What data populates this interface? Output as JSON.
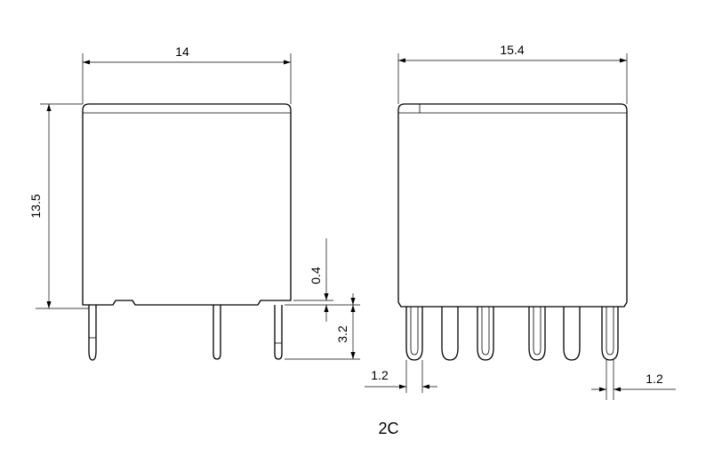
{
  "figure": {
    "caption": "2C",
    "front_view": {
      "width_label": "14",
      "height_label": "13.5",
      "standoff_label": "0.4",
      "pin_length_label": "3.2"
    },
    "side_view": {
      "width_label": "15.4",
      "pin_width_left_label": "1.2",
      "pin_width_right_label": "1.2"
    }
  }
}
